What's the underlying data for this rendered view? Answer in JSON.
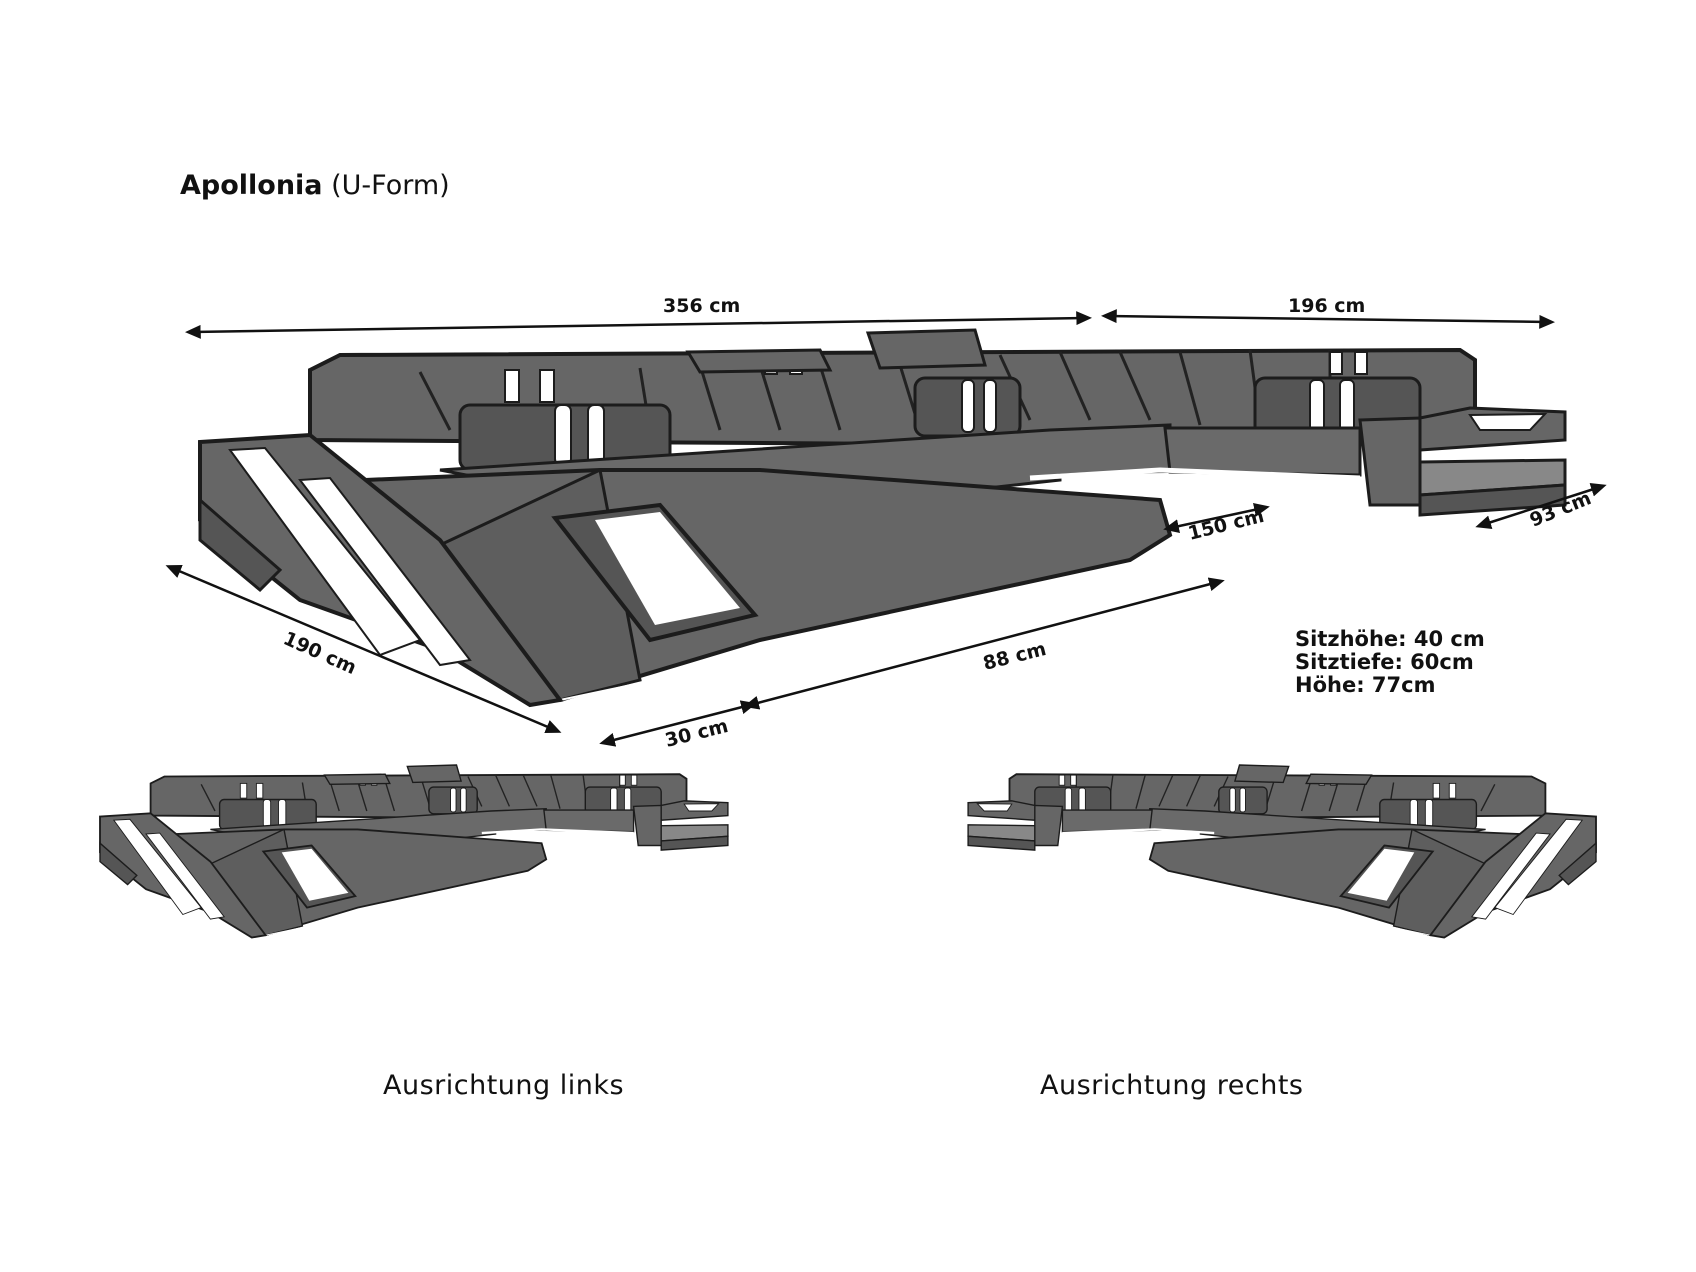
{
  "title": {
    "name": "Apollonia",
    "subtitle": "(U-Form)"
  },
  "dimensions": {
    "total_width": "356 cm",
    "side_width": "196 cm",
    "recamiere_depth": "190 cm",
    "inner_depth": "150 cm",
    "side_depth": "93 cm",
    "recamiere_seat": "88 cm",
    "armrest": "30 cm"
  },
  "specs": {
    "seat_height": "Sitzhöhe: 40 cm",
    "seat_depth": "Sitztiefe: 60cm",
    "height": "Höhe: 77cm"
  },
  "variants": {
    "left_label": "Ausrichtung links",
    "right_label": "Ausrichtung rechts"
  },
  "colors": {
    "upholstery": "#666666",
    "outline": "#1c1c1c",
    "accent": "#ffffff",
    "dim_line": "#111111"
  }
}
